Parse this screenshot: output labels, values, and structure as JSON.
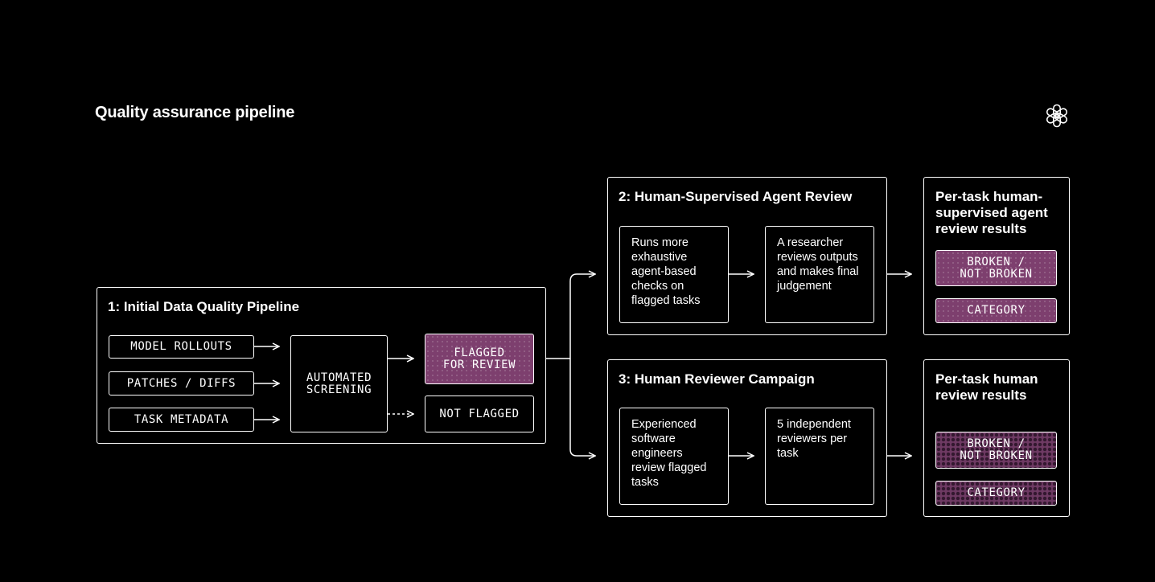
{
  "title": "Quality assurance pipeline",
  "logo_icon": "openai-logo-icon",
  "colors": {
    "background": "#000000",
    "foreground": "#ffffff",
    "flag": "#7d3f6e",
    "hex_fill": "#6e3a63"
  },
  "stage1": {
    "title": "1: Initial Data Quality Pipeline",
    "inputs": [
      "MODEL ROLLOUTS",
      "PATCHES / DIFFS",
      "TASK METADATA"
    ],
    "screening": [
      "AUTOMATED",
      "SCREENING"
    ],
    "flagged": [
      "FLAGGED",
      "FOR REVIEW"
    ],
    "not_flagged": "NOT FLAGGED"
  },
  "stage2": {
    "title": "2: Human-Supervised Agent Review",
    "step_a": "Runs more exhaustive agent-based checks on flagged tasks",
    "step_b": "A researcher reviews outputs and makes final judgement",
    "results_title": "Per-task human-supervised agent review results",
    "tags": [
      [
        "BROKEN /",
        "NOT BROKEN"
      ],
      [
        "CATEGORY"
      ]
    ]
  },
  "stage3": {
    "title": "3: Human Reviewer Campaign",
    "step_a": "Experienced software engineers review flagged tasks",
    "step_b": "5 independent reviewers per task",
    "results_title": "Per-task human review results",
    "tags": [
      [
        "BROKEN /",
        "NOT BROKEN"
      ],
      [
        "CATEGORY"
      ]
    ]
  }
}
